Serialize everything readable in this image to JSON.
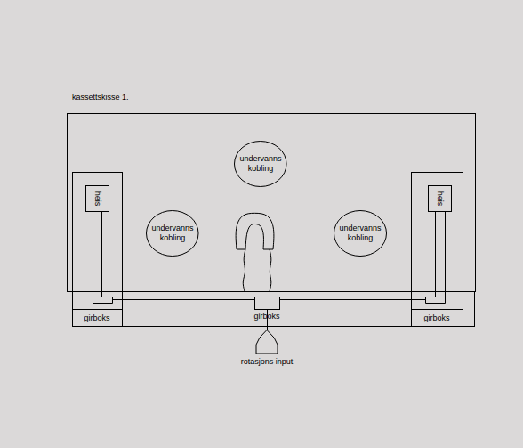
{
  "diagram": {
    "nodes": [
      {
        "text": [
          "undervanns kobling"
        ]
      },
      {
        "text": [
          "heis"
        ]
      },
      {
        "text": [
          "heis"
        ]
      },
      {
        "text": [
          "undervanns kobling"
        ]
      },
      {
        "text": [
          "undervanns kobling"
        ]
      },
      {
        "text": [
          "rotasjons input"
        ]
      }
    ],
    "labels": [
      "kassettskisse 1.",
      "girboks",
      "girboks",
      "girboks"
    ]
  }
}
